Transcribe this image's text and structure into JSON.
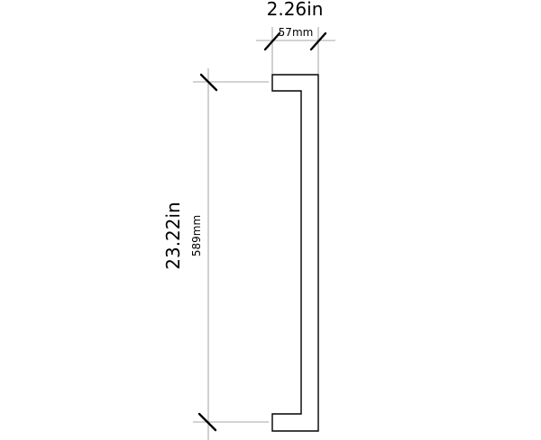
{
  "dimensions": {
    "width": {
      "imperial": "2.26in",
      "metric": "57mm"
    },
    "height": {
      "imperial": "23.22in",
      "metric": "589mm"
    }
  },
  "colors": {
    "outline": "#000000",
    "extension_line": "#8a8a8a",
    "background": "#ffffff"
  }
}
